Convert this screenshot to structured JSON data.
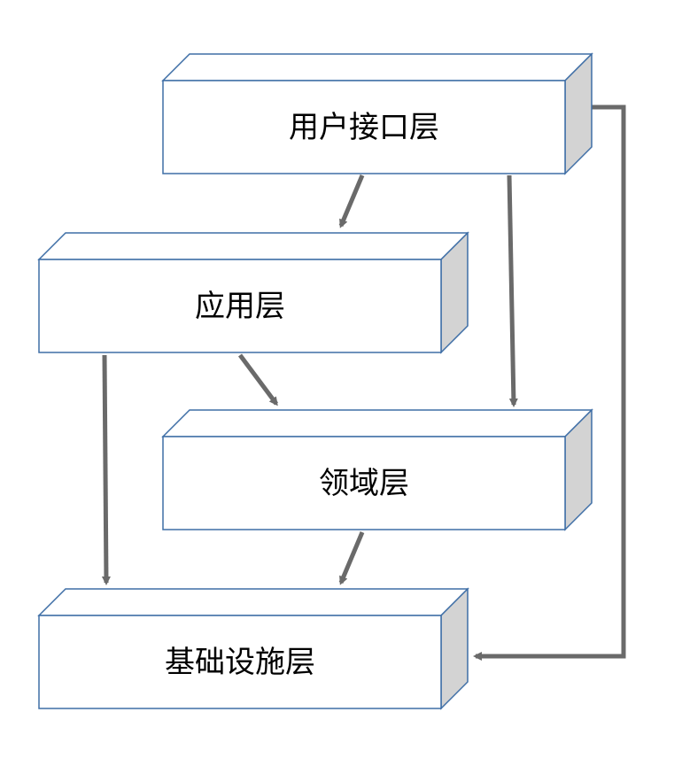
{
  "diagram": {
    "colors": {
      "background": "#ffffff",
      "box_fill": "#ffffff",
      "box_side": "#d3d3d3",
      "box_stroke": "#3e6ea6",
      "arrow": "#6a6a6a"
    },
    "layers": [
      {
        "id": "ui",
        "label": "用户接口层"
      },
      {
        "id": "app",
        "label": "应用层"
      },
      {
        "id": "domain",
        "label": "领域层"
      },
      {
        "id": "infra",
        "label": "基础设施层"
      }
    ],
    "dependencies": [
      {
        "from": "ui",
        "to": "app"
      },
      {
        "from": "ui",
        "to": "domain"
      },
      {
        "from": "ui",
        "to": "infra"
      },
      {
        "from": "app",
        "to": "domain"
      },
      {
        "from": "app",
        "to": "infra"
      },
      {
        "from": "domain",
        "to": "infra"
      }
    ]
  }
}
